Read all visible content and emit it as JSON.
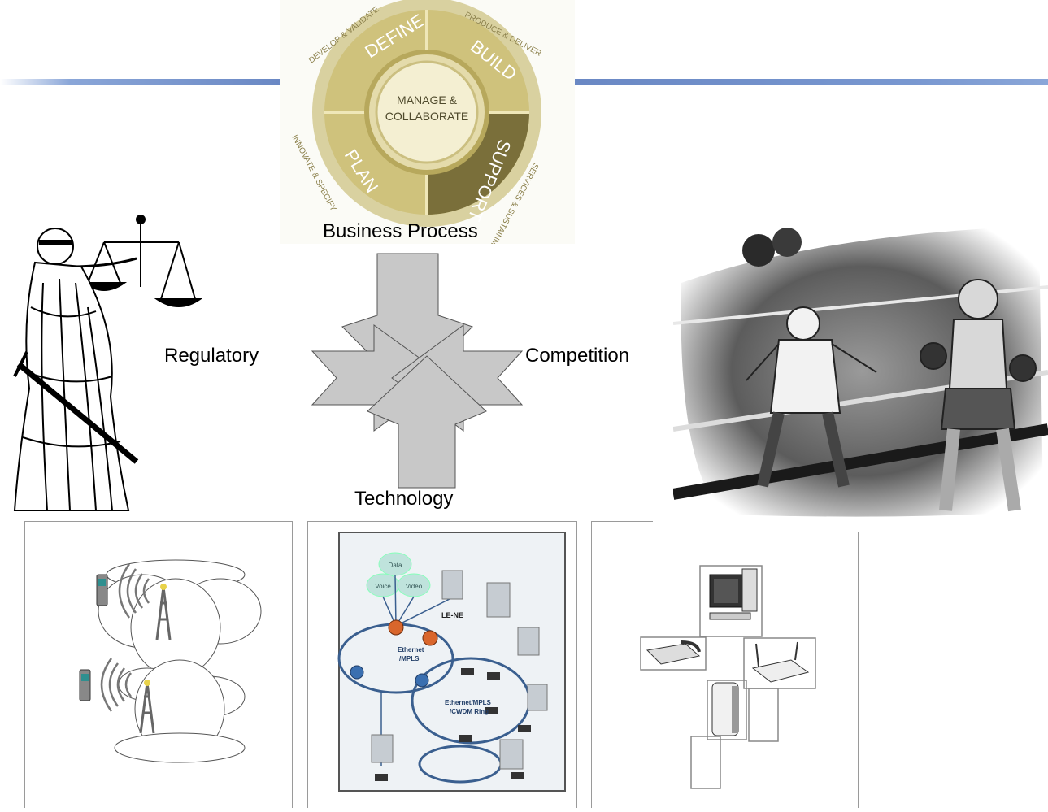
{
  "cycle": {
    "center": [
      "MANAGE &",
      "COLLABORATE"
    ],
    "segments": [
      "DEFINE",
      "BUILD",
      "SUPPORT",
      "PLAN"
    ],
    "outer_labels": [
      "DEVELOP & VALIDATE",
      "PRODUCE & DELIVER",
      "SERVICES & SUSTAINMENT",
      "INNOVATE & SPECIFY"
    ]
  },
  "forces": {
    "top": "Business Process",
    "left": "Regulatory",
    "right": "Competition",
    "bottom": "Technology"
  },
  "network": {
    "clouds": [
      "Data",
      "Voice",
      "Video"
    ],
    "labels": [
      "LE-NE",
      "Ethernet\n/MPLS",
      "Ethernet/MPLS\n/CWDM Ring"
    ]
  },
  "colors": {
    "rule": "#6a88c4",
    "arrow_fill": "#c8c8c8",
    "cycle_gold": "#c9bd78",
    "cycle_dark": "#6e6434"
  }
}
